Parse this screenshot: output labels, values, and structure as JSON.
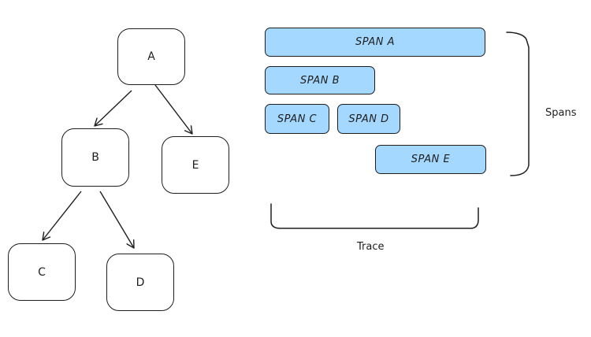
{
  "tree": {
    "nodes": [
      {
        "id": "A",
        "label": "A"
      },
      {
        "id": "B",
        "label": "B"
      },
      {
        "id": "E",
        "label": "E"
      },
      {
        "id": "C",
        "label": "C"
      },
      {
        "id": "D",
        "label": "D"
      }
    ],
    "edges": [
      {
        "from": "A",
        "to": "B"
      },
      {
        "from": "A",
        "to": "E"
      },
      {
        "from": "B",
        "to": "C"
      },
      {
        "from": "B",
        "to": "D"
      }
    ]
  },
  "spans": [
    {
      "label": "SPAN A"
    },
    {
      "label": "SPAN B"
    },
    {
      "label": "SPAN C"
    },
    {
      "label": "SPAN D"
    },
    {
      "label": "SPAN E"
    }
  ],
  "labels": {
    "spans": "Spans",
    "trace": "Trace"
  },
  "colors": {
    "span_fill": "#a5d8ff",
    "stroke": "#1e1e1e"
  }
}
